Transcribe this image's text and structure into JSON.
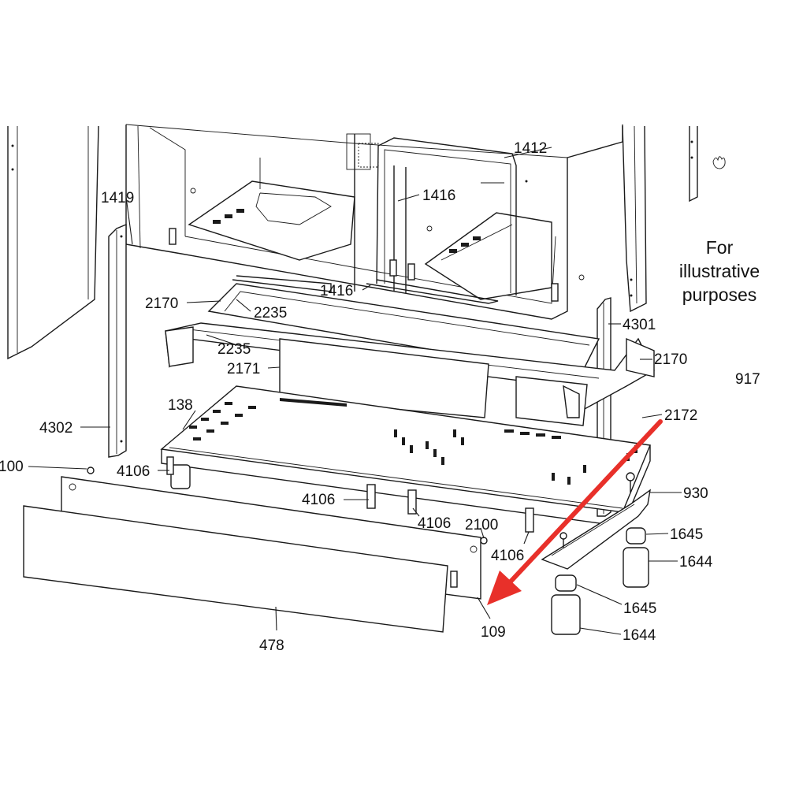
{
  "note": {
    "line1": "For",
    "line2": "illustrative",
    "line3": "purposes"
  },
  "callouts": {
    "c1412": "1412",
    "c1419": "1419",
    "c1416a": "1416",
    "c1416b": "1416",
    "c2170a": "2170",
    "c2235a": "2235",
    "c2235b": "2235",
    "c2171": "2171",
    "c4301": "4301",
    "c2170b": "2170",
    "c917": "917",
    "c138": "138",
    "c2172": "2172",
    "c4302": "4302",
    "c100": "100",
    "c4106a": "4106",
    "c4106b": "4106",
    "c4106c": "4106",
    "c4106d": "4106",
    "c2100": "2100",
    "c930": "930",
    "c1645a": "1645",
    "c1644a": "1644",
    "c1645b": "1645",
    "c1644b": "1644",
    "c109": "109",
    "c478": "478"
  },
  "colors": {
    "arrow": "#e8302a",
    "line": "#1a1a1a"
  }
}
